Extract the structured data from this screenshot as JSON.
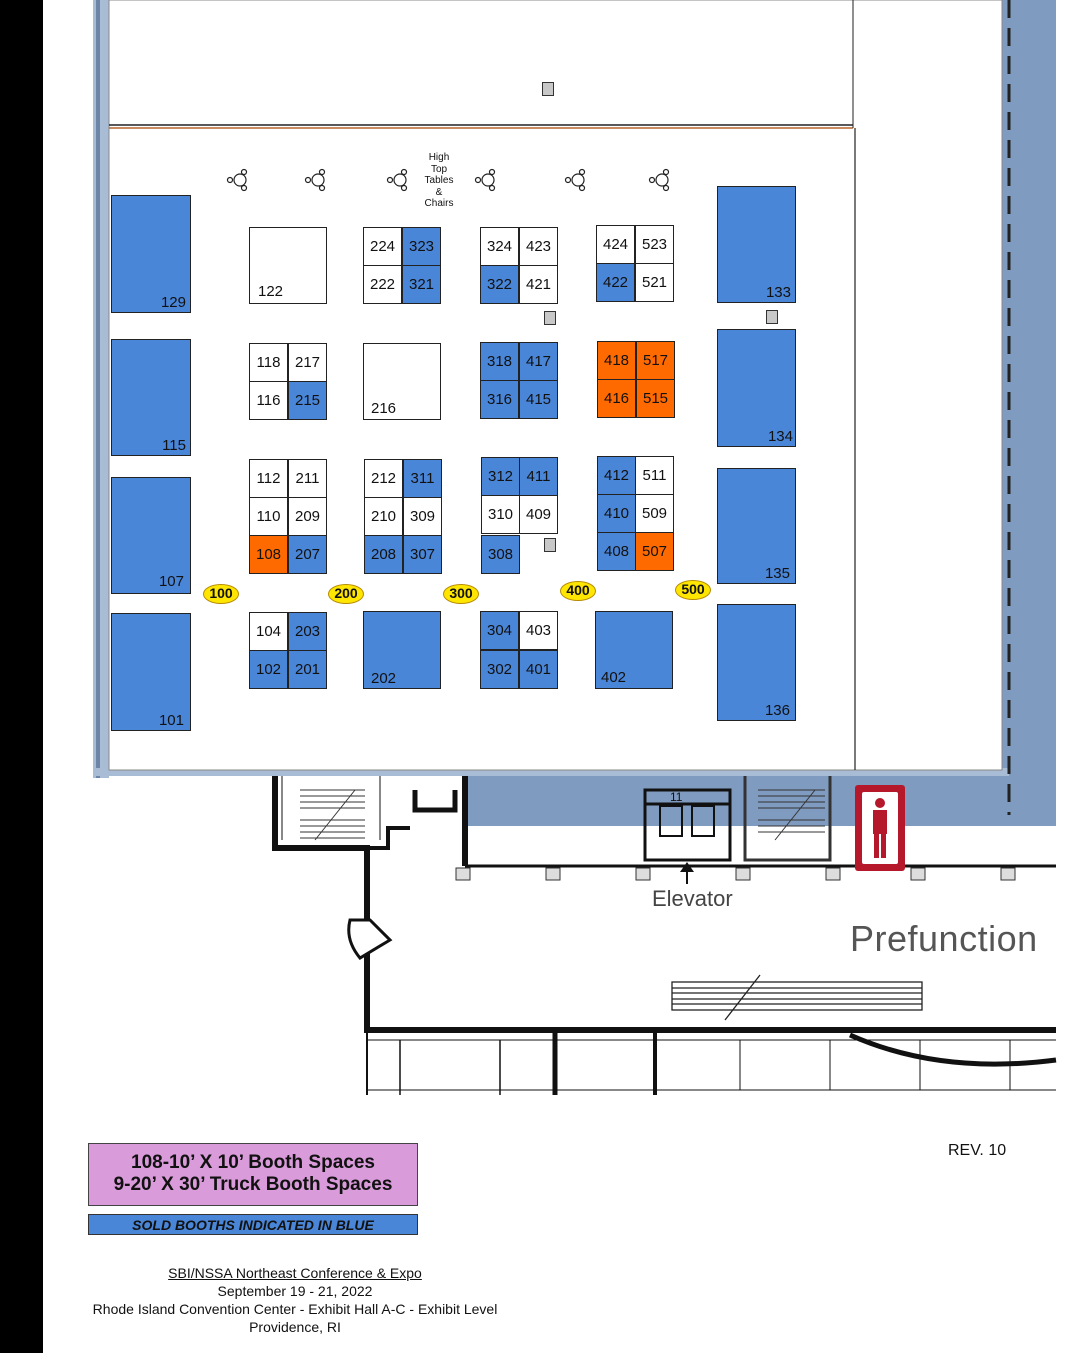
{
  "header_note": "High Top Tables & Chairs",
  "high_top_lines": [
    "High",
    "Top",
    "Tables",
    "&",
    "Chairs"
  ],
  "labels": {
    "elevator": "Elevator",
    "prefunction": "Prefunction",
    "rev": "REV. 10",
    "elevator_number": "11"
  },
  "legend": {
    "line1": "108-10’ X 10’ Booth Spaces",
    "line2": "9-20’ X 30’ Truck Booth Spaces",
    "sold": "SOLD BOOTHS INDICATED IN BLUE"
  },
  "footer": {
    "title": "SBI/NSSA Northeast Conference & Expo",
    "dates": "September 19 - 21, 2022",
    "venue": "Rhode Island Convention Center - Exhibit Hall A-C - Exhibit Level",
    "city": "Providence, RI"
  },
  "colors": {
    "sold": "#4a86d8",
    "special": "#ff6a00",
    "open": "#ffffff",
    "legend_bg": "#d99bd9",
    "aisle_marker": "#ffe600"
  },
  "aisles": [
    "100",
    "200",
    "300",
    "400",
    "500"
  ],
  "truck_booths": [
    {
      "id": "129",
      "status": "sold"
    },
    {
      "id": "115",
      "status": "sold"
    },
    {
      "id": "107",
      "status": "sold"
    },
    {
      "id": "101",
      "status": "sold"
    },
    {
      "id": "133",
      "status": "sold"
    },
    {
      "id": "134",
      "status": "sold"
    },
    {
      "id": "135",
      "status": "sold"
    },
    {
      "id": "136",
      "status": "sold"
    }
  ],
  "large_booths": [
    {
      "id": "122",
      "status": "open"
    },
    {
      "id": "216",
      "status": "open"
    },
    {
      "id": "202",
      "status": "sold"
    },
    {
      "id": "402",
      "status": "sold"
    }
  ],
  "booths": [
    {
      "id": "224",
      "status": "open"
    },
    {
      "id": "323",
      "status": "sold"
    },
    {
      "id": "222",
      "status": "open"
    },
    {
      "id": "321",
      "status": "sold"
    },
    {
      "id": "324",
      "status": "open"
    },
    {
      "id": "423",
      "status": "open"
    },
    {
      "id": "322",
      "status": "sold"
    },
    {
      "id": "421",
      "status": "open"
    },
    {
      "id": "424",
      "status": "open"
    },
    {
      "id": "523",
      "status": "open"
    },
    {
      "id": "422",
      "status": "sold"
    },
    {
      "id": "521",
      "status": "open"
    },
    {
      "id": "118",
      "status": "open"
    },
    {
      "id": "217",
      "status": "open"
    },
    {
      "id": "116",
      "status": "open"
    },
    {
      "id": "215",
      "status": "sold"
    },
    {
      "id": "318",
      "status": "sold"
    },
    {
      "id": "417",
      "status": "sold"
    },
    {
      "id": "316",
      "status": "sold"
    },
    {
      "id": "415",
      "status": "sold"
    },
    {
      "id": "418",
      "status": "special"
    },
    {
      "id": "517",
      "status": "special"
    },
    {
      "id": "416",
      "status": "special"
    },
    {
      "id": "515",
      "status": "special"
    },
    {
      "id": "112",
      "status": "open"
    },
    {
      "id": "211",
      "status": "open"
    },
    {
      "id": "110",
      "status": "open"
    },
    {
      "id": "209",
      "status": "open"
    },
    {
      "id": "108",
      "status": "special"
    },
    {
      "id": "207",
      "status": "sold"
    },
    {
      "id": "212",
      "status": "open"
    },
    {
      "id": "311",
      "status": "sold"
    },
    {
      "id": "210",
      "status": "open"
    },
    {
      "id": "309",
      "status": "open"
    },
    {
      "id": "208",
      "status": "sold"
    },
    {
      "id": "307",
      "status": "sold"
    },
    {
      "id": "312",
      "status": "sold"
    },
    {
      "id": "411",
      "status": "sold"
    },
    {
      "id": "310",
      "status": "open"
    },
    {
      "id": "409",
      "status": "open"
    },
    {
      "id": "308",
      "status": "sold"
    },
    {
      "id": "412",
      "status": "sold"
    },
    {
      "id": "511",
      "status": "open"
    },
    {
      "id": "410",
      "status": "sold"
    },
    {
      "id": "509",
      "status": "open"
    },
    {
      "id": "408",
      "status": "sold"
    },
    {
      "id": "507",
      "status": "special"
    },
    {
      "id": "104",
      "status": "open"
    },
    {
      "id": "203",
      "status": "sold"
    },
    {
      "id": "102",
      "status": "sold"
    },
    {
      "id": "201",
      "status": "sold"
    },
    {
      "id": "304",
      "status": "sold"
    },
    {
      "id": "403",
      "status": "open"
    },
    {
      "id": "302",
      "status": "sold"
    },
    {
      "id": "401",
      "status": "sold"
    }
  ]
}
